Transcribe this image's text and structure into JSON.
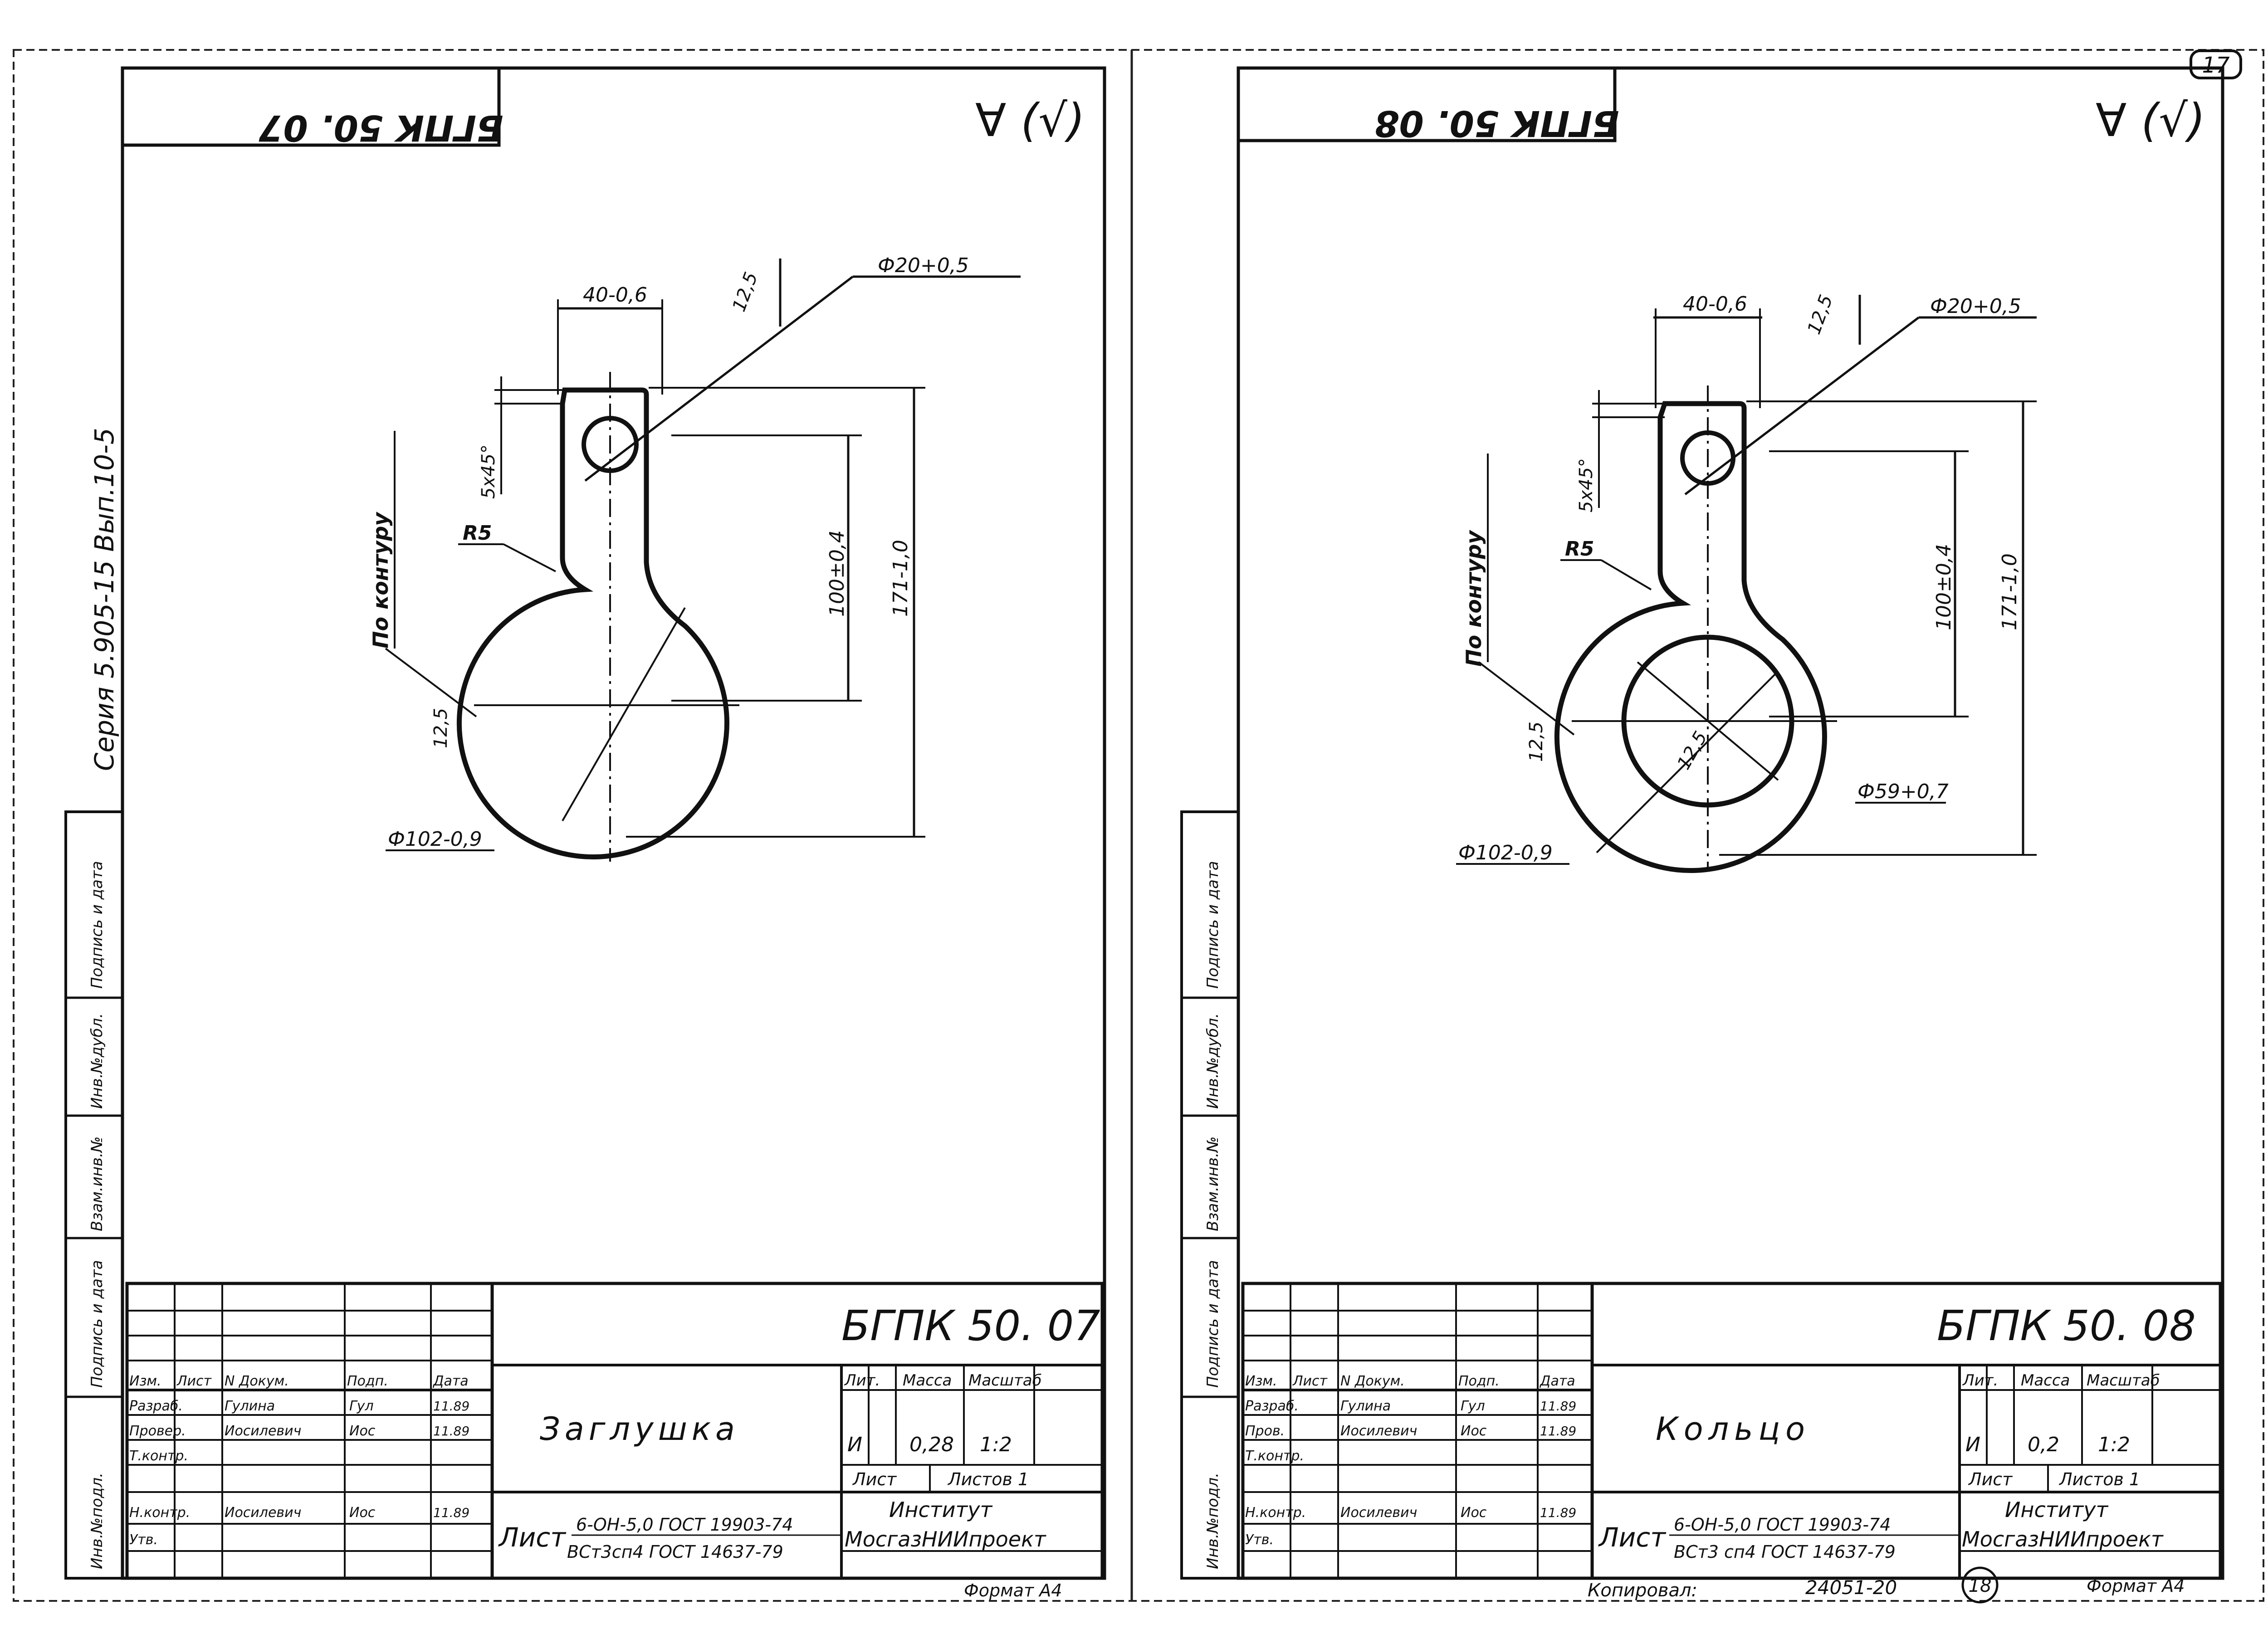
{
  "page_number": "17",
  "series_label": "Серия 5.905-15 Вып.10-5",
  "side_labels": [
    "Инв.№подл.",
    "Подпись и дата",
    "Взам.инв.№",
    "Инв.№дубл.",
    "Подпись и дата"
  ],
  "sheets": [
    {
      "stamp_code": "БГПК 50. 07",
      "roughness_symbol": "∀ (√)",
      "dims": {
        "width_top": "40-0,6",
        "chamfer": "5х45°",
        "radius": "R5",
        "wall": "12,5",
        "hole_dia": "Ф20+0,5",
        "center_dist": "100±0,4",
        "total_len": "171-1,0",
        "outer_dia": "Ф102-0,9",
        "contour": "По контуру",
        "wall_side": "12,5"
      },
      "title_block": {
        "doc_code": "БГПК 50. 07",
        "name": "Заглушка",
        "headers": {
          "lit": "Лит.",
          "mass": "Масса",
          "scale": "Масштаб",
          "sheet": "Лист",
          "sheets": "Листов 1"
        },
        "values": {
          "lit": "И",
          "mass": "0,28",
          "scale": "1:2"
        },
        "material_prefix": "Лист",
        "material_line1": "6-ОН-5,0 ГОСТ 19903-74",
        "material_line2": "ВСт3сп4 ГОСТ 14637-79",
        "org_line1": "Институт",
        "org_line2": "МосгазНИИпроект",
        "format": "Формат А4",
        "col_headers": [
          "Изм.",
          "Лист",
          "N Докум.",
          "Подп.",
          "Дата"
        ],
        "roles": [
          {
            "role": "Разраб.",
            "name": "Гулина",
            "sign": "Гул",
            "date": "11.89"
          },
          {
            "role": "Провер.",
            "name": "Иосилевич",
            "sign": "Иос",
            "date": "11.89"
          },
          {
            "role": "Т.контр.",
            "name": "",
            "sign": "",
            "date": ""
          },
          {
            "role": "",
            "name": "",
            "sign": "",
            "date": ""
          },
          {
            "role": "Н.контр.",
            "name": "Иосилевич",
            "sign": "Иос",
            "date": "11.89"
          },
          {
            "role": "Утв.",
            "name": "",
            "sign": "",
            "date": ""
          }
        ]
      }
    },
    {
      "stamp_code": "БГПК 50. 08",
      "roughness_symbol": "∀ (√)",
      "dims": {
        "width_top": "40-0,6",
        "chamfer": "5х45°",
        "radius": "R5",
        "wall": "12,5",
        "hole_dia": "Ф20+0,5",
        "center_dist": "100±0,4",
        "total_len": "171-1,0",
        "outer_dia": "Ф102-0,9",
        "contour": "По контуру",
        "wall_side": "12,5",
        "inner_dia": "Ф59+0,7",
        "ring_wall": "12,5"
      },
      "title_block": {
        "doc_code": "БГПК 50. 08",
        "name": "Кольцо",
        "headers": {
          "lit": "Лит.",
          "mass": "Масса",
          "scale": "Масштаб",
          "sheet": "Лист",
          "sheets": "Листов 1"
        },
        "values": {
          "lit": "И",
          "mass": "0,2",
          "scale": "1:2"
        },
        "material_prefix": "Лист",
        "material_line1": "6-ОН-5,0 ГОСТ 19903-74",
        "material_line2": "ВСт3 сп4 ГОСТ 14637-79",
        "org_line1": "Институт",
        "org_line2": "МосгазНИИпроект",
        "format": "Формат А4",
        "col_headers": [
          "Изм.",
          "Лист",
          "N Докум.",
          "Подп.",
          "Дата"
        ],
        "roles": [
          {
            "role": "Разраб.",
            "name": "Гулина",
            "sign": "Гул",
            "date": "11.89"
          },
          {
            "role": "Пров.",
            "name": "Иосилевич",
            "sign": "Иос",
            "date": "11.89"
          },
          {
            "role": "Т.контр.",
            "name": "",
            "sign": "",
            "date": ""
          },
          {
            "role": "",
            "name": "",
            "sign": "",
            "date": ""
          },
          {
            "role": "Н.контр.",
            "name": "Иосилевич",
            "sign": "Иос",
            "date": "11.89"
          },
          {
            "role": "Утв.",
            "name": "",
            "sign": "",
            "date": ""
          }
        ]
      }
    }
  ],
  "footer": {
    "copied": "Копировал:",
    "order": "24051-20",
    "sheet_circle": "18",
    "format": "Формат А4"
  }
}
